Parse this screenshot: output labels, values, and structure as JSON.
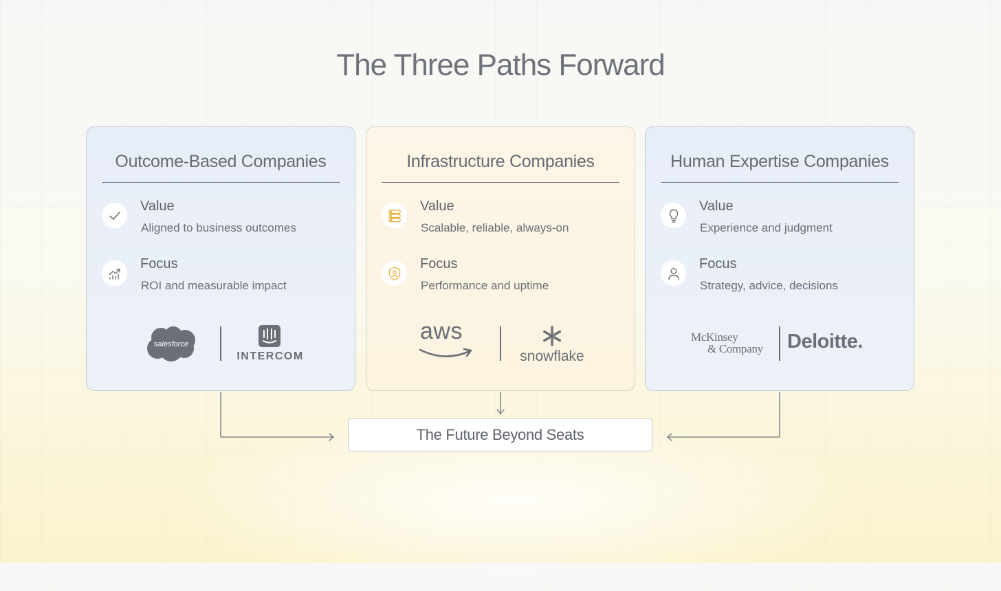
{
  "title": "The Three Paths Forward",
  "cards": [
    {
      "title": "Outcome-Based Companies",
      "icon_color": "#6b6f76",
      "items": [
        {
          "icon": "checkmark-icon",
          "label": "Value",
          "desc": "Aligned to business outcomes"
        },
        {
          "icon": "growth-chart-icon",
          "label": "Focus",
          "desc": "ROI and measurable impact"
        }
      ],
      "logos": [
        "salesforce",
        "INTERCOM"
      ]
    },
    {
      "title": "Infrastructure Companies",
      "icon_color": "#e3b544",
      "items": [
        {
          "icon": "server-stack-icon",
          "label": "Value",
          "desc": "Scalable, reliable, always-on"
        },
        {
          "icon": "shield-user-icon",
          "label": "Focus",
          "desc": "Performance and uptime"
        }
      ],
      "logos": [
        "aws",
        "snowflake"
      ]
    },
    {
      "title": "Human Expertise Companies",
      "icon_color": "#6b6f76",
      "items": [
        {
          "icon": "lightbulb-icon",
          "label": "Value",
          "desc": "Experience and judgment"
        },
        {
          "icon": "person-icon",
          "label": "Focus",
          "desc": "Strategy, advice, decisions"
        }
      ],
      "logos": [
        "McKinsey",
        "& Company",
        "Deloitte."
      ]
    }
  ],
  "future": "The Future Beyond Seats"
}
